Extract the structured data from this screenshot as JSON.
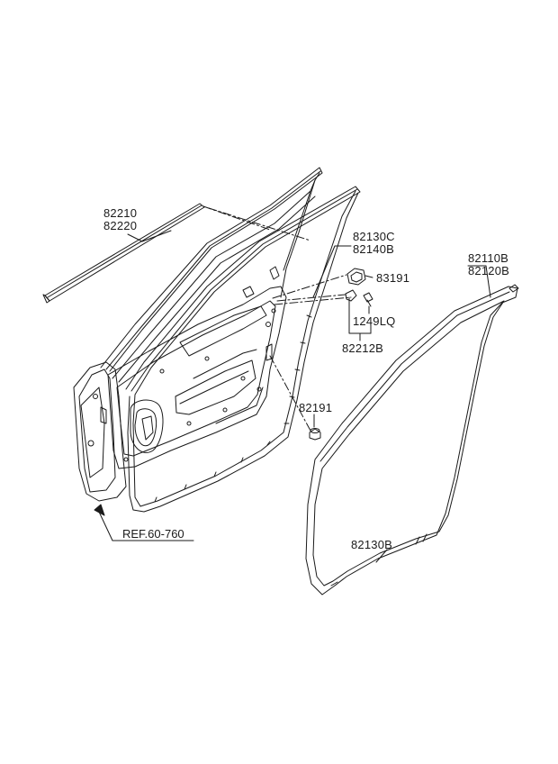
{
  "parts": {
    "p82210": "82210",
    "p82220": "82220",
    "p82130C": "82130C",
    "p82140B": "82140B",
    "p83191": "83191",
    "p1249LQ": "1249LQ",
    "p82212B": "82212B",
    "p82191": "82191",
    "p82110B": "82110B",
    "p82120B": "82120B",
    "p82130B": "82130B"
  },
  "reference": "REF.60-760",
  "colors": {
    "line": "#1a1a1a",
    "background": "#ffffff"
  }
}
